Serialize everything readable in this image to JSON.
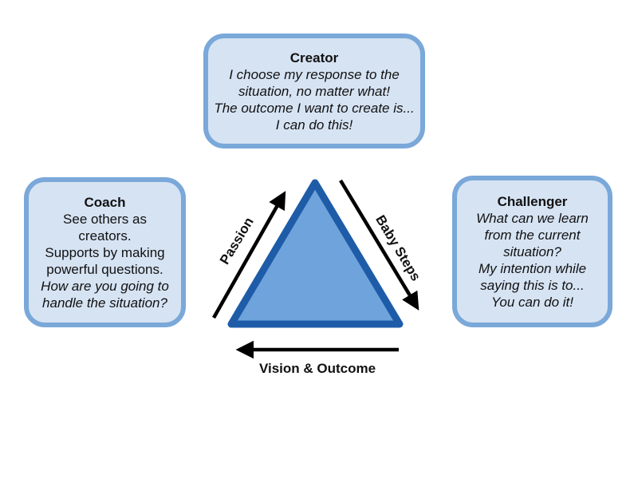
{
  "boxes": {
    "creator": {
      "title": "Creator",
      "lines": [
        "I choose my response to the",
        "situation, no matter what!",
        "The outcome I want to create is...",
        "I can do this!"
      ]
    },
    "coach": {
      "title": "Coach",
      "lines": [
        "See others as",
        "creators.",
        "Supports by making",
        "powerful questions.",
        "How are you going to",
        "handle the situation?"
      ]
    },
    "challenger": {
      "title": "Challenger",
      "lines": [
        "What can we learn",
        "from the current",
        "situation?",
        "My intention while",
        "saying this is to...",
        "You can do it!"
      ]
    }
  },
  "edges": {
    "passion": "Passion",
    "baby_steps": "Baby Steps",
    "vision_outcome": "Vision & Outcome"
  },
  "colors": {
    "box_fill": "#d6e3f3",
    "box_border": "#7aa8d9",
    "triangle_fill": "#6fa3dc",
    "triangle_border": "#1e5ca8",
    "arrow": "#000000",
    "text": "#111111",
    "background": "#ffffff"
  }
}
